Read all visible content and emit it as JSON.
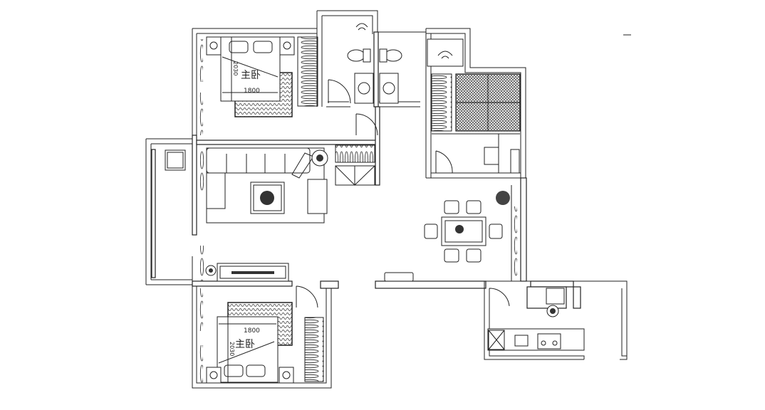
{
  "plan": {
    "master_bedroom": {
      "label": "主卧",
      "bed_width": "1800",
      "bed_length": "2030"
    },
    "second_bedroom": {
      "label": "主卧",
      "bed_width": "1800",
      "bed_length": "2030"
    },
    "colors": {
      "line": "#222222",
      "background": "#ffffff"
    }
  }
}
